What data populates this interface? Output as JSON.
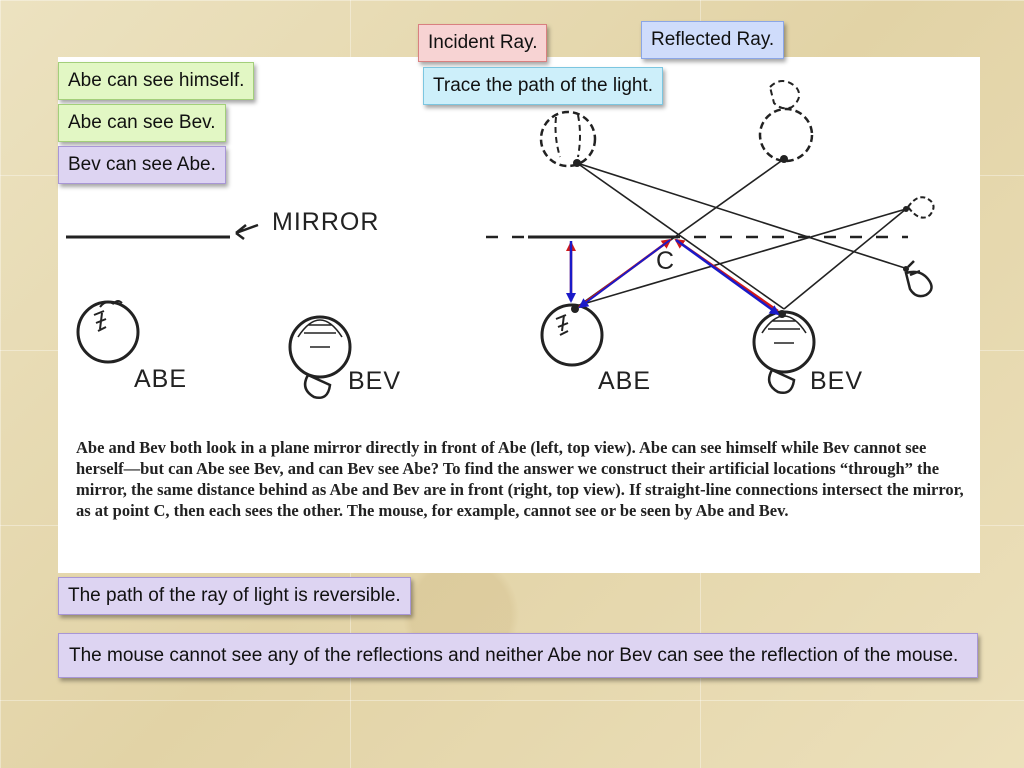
{
  "callouts": {
    "abe_himself": "Abe can see himself.",
    "abe_bev": "Abe can see Bev.",
    "bev_abe": "Bev can see Abe.",
    "incident": "Incident Ray.",
    "reflected": "Reflected Ray.",
    "trace": "Trace the path of the light.",
    "reversible": "The path of the ray of light is reversible.",
    "mouse_note": "The mouse cannot see any of the reflections and neither Abe nor Bev can see the reflection of the mouse."
  },
  "figure": {
    "mirror_label": "MIRROR",
    "abe_left": "ABE",
    "bev_left": "BEV",
    "abe_right": "ABE",
    "bev_right": "BEV",
    "point_c": "C",
    "caption": "Abe and Bev both look in a plane mirror directly in front of Abe (left, top view). Abe can see himself while Bev cannot see herself—but can Abe see Bev, and can Bev see Abe? To find the answer we construct their artificial locations “through” the mirror, the same distance behind as Abe and Bev are in front (right, top view). If straight-line connections intersect the mirror, as at point C, then each sees the other. The mouse, for example, cannot see or be seen by Abe and Bev."
  },
  "colors": {
    "incident_ray": "#d01818",
    "reflected_ray": "#1a1ac8"
  }
}
